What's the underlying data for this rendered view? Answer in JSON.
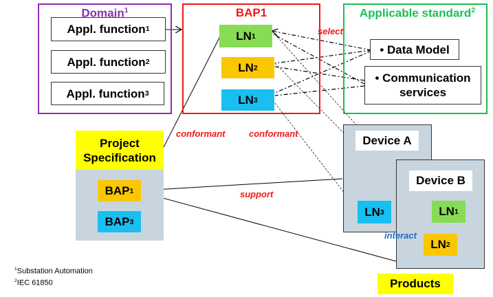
{
  "domain": {
    "title": "Domain",
    "title_sup": "1",
    "functions": [
      {
        "label": "Appl. function",
        "sub": "1"
      },
      {
        "label": "Appl. function",
        "sub": "2"
      },
      {
        "label": "Appl. function",
        "sub": "3"
      }
    ]
  },
  "bap": {
    "title": "BAP1",
    "nodes": [
      {
        "label": "LN",
        "sub": "1"
      },
      {
        "label": "LN",
        "sub": "2"
      },
      {
        "label": "LN",
        "sub": "3"
      }
    ]
  },
  "standard": {
    "title": "Applicable standard",
    "title_sup": "2",
    "items": [
      "• Data Model",
      "• Communication services"
    ]
  },
  "project_spec": {
    "title": "Project Specification",
    "baps": [
      {
        "label": "BAP",
        "sub": "1"
      },
      {
        "label": "BAP",
        "sub": "3"
      }
    ]
  },
  "devices": {
    "device_a": {
      "title": "Device A",
      "nodes": [
        {
          "label": "LN",
          "sub": "3"
        }
      ]
    },
    "device_b": {
      "title": "Device B",
      "nodes": [
        {
          "label": "LN",
          "sub": "1"
        },
        {
          "label": "LN",
          "sub": "2"
        }
      ]
    }
  },
  "products_label": "Products",
  "relations": {
    "select": "select",
    "conformant_1": "conformant",
    "conformant_2": "conformant",
    "support": "support",
    "interact": "interact"
  },
  "footnotes": [
    {
      "mark": "1",
      "text": "Substation Automation"
    },
    {
      "mark": "2",
      "text": "IEC 61850"
    }
  ],
  "colors": {
    "domain": "#8a2fb0",
    "bap": "#f01818",
    "standard": "#18c050",
    "ln1": "#88db54",
    "ln2": "#fbc700",
    "ln3": "#18bff0",
    "device_bg": "#c8d5de",
    "highlight": "#ffff00",
    "interact": "#1f6fc8"
  }
}
